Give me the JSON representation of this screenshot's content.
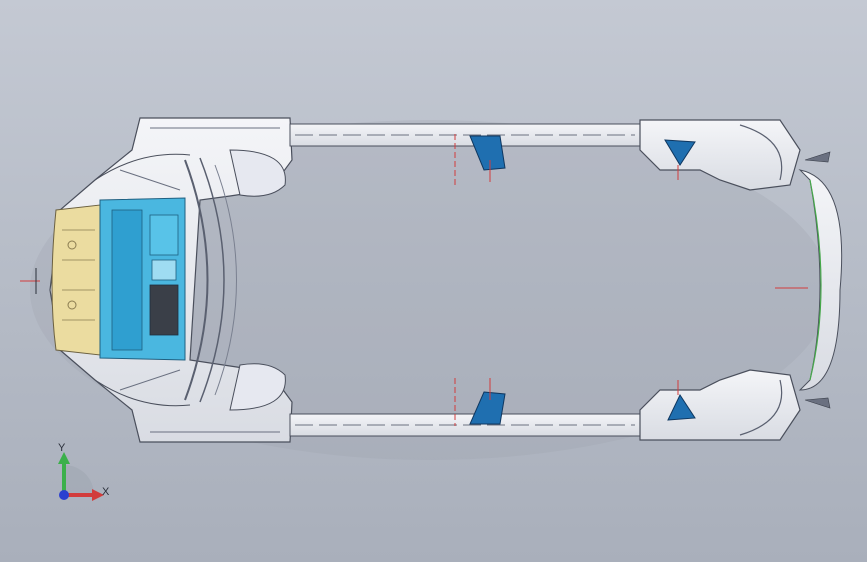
{
  "viewport": {
    "background_top": "#c4c9d3",
    "background_bottom": "#a9afbb"
  },
  "model": {
    "name": "vehicle-chassis-underbody",
    "view": "top"
  },
  "triad": {
    "y_label": "Y",
    "x_label": "X",
    "y_color": "#3bb04a",
    "x_color": "#d23c3c",
    "z_color": "#2a3fd0"
  }
}
